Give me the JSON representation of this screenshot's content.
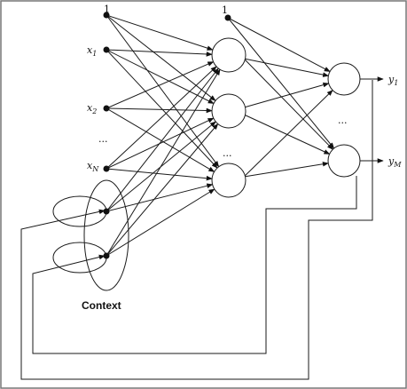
{
  "labels": {
    "bias_input": "1",
    "bias_hidden": "1",
    "x1": {
      "main": "x",
      "sub": "1"
    },
    "x2": {
      "main": "x",
      "sub": "2"
    },
    "xn": {
      "main": "x",
      "sub": "N"
    },
    "input_ellipsis": "...",
    "hidden_ellipsis": "...",
    "output_ellipsis": "...",
    "y1": {
      "main": "y",
      "sub": "1"
    },
    "ym": {
      "main": "y",
      "sub": "M"
    },
    "context": "Context"
  }
}
